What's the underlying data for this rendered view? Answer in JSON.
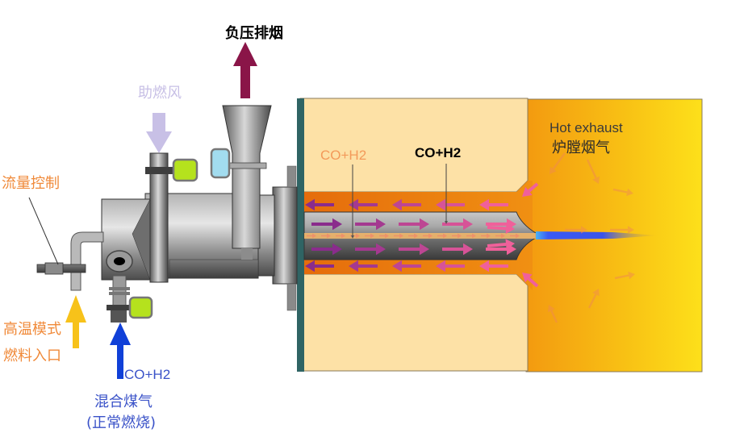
{
  "diagram": {
    "title": "Regenerative burner gas flow diagram",
    "labels": {
      "negative_pressure_exhaust": "负压排烟",
      "combustion_air": "助燃风",
      "flow_control": "流量控制",
      "hot_exhaust_en": "Hot exhaust",
      "hot_exhaust_cn": "炉膛烟气",
      "inner_gas": "CO+H2",
      "outer_gas": "CO+H2",
      "high_temp_mode_line1": "高温模式",
      "high_temp_mode_line2": "燃料入口",
      "mixed_gas_formula": "CO+H2",
      "mixed_gas_line1": "混合煤气",
      "mixed_gas_line2": "(正常燃烧)"
    },
    "colors": {
      "exhaust_arrow": "#8a1548",
      "air_arrow": "#c8c0e6",
      "fuel_arrow": "#f7c21a",
      "gas_arrow": "#1040d8",
      "refractory": "#fde1a6",
      "furnace_hot": "#f5a412",
      "furnace_bright": "#fcdd1a",
      "channel_orange": "#e8780f",
      "flow_arrow_purple": "#8a2c8c",
      "flow_arrow_pink": "#f0609a",
      "flame_blue": "#3a66f0",
      "wall_teal": "#2f6464",
      "sensor_green": "#b5e21d",
      "sensor_blue": "#a2dcef"
    }
  }
}
